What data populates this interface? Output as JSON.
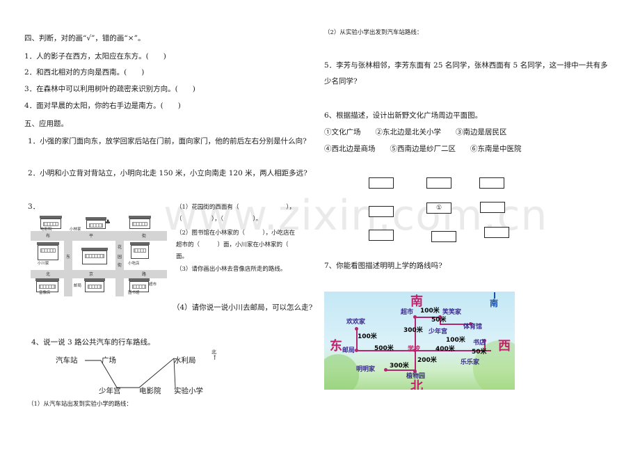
{
  "left": {
    "section4_title": "四、判断，对的画“√”，错的画“×”。",
    "judge": [
      "1．人的影子在西方，太阳应在东方。(　　)",
      "2．和西北相对的方向是西南。(　　)",
      "3．在森林中可以利用树叶的疏密来识别方向。(　　)",
      "4．面对早晨的太阳，你的右手边是南方。(　　)"
    ],
    "section5_title": "五、应用题。",
    "q1": "1．小强的家门面向东，放学回家后站在门前，面向家门，他的前后左右分别是什么向?",
    "q2": "2．小明和小立背对背站立，小明向北走 150 米，小立向南走 120 米，两人相距多远?",
    "q3_num": "3．",
    "q3_lines": [
      "（1）花园街的西面有（　　　　　　　　），",
      "（　　　　　），（　　　　　）。",
      "（2）图书馆在小林家的（　　　），小吃店在",
      "超市的（　　　）面，小川家在小林家的（",
      "面。",
      "（3）请你画出小林去音像店所走的路线。"
    ],
    "q3_4": "（4）请你说一说小川去邮局，可以怎么走?",
    "q4_title": "4、说一说 3 路公共汽车的行车路线。",
    "route": {
      "qichezhan": "汽车站",
      "guangchang": "广场",
      "shuiliju": "水利局",
      "shaoniangong": "少年宫",
      "dianyingyuan": "电影院",
      "shiyanxiaoxue": "实验小学",
      "north": "北"
    },
    "q4_1": "（1）从汽车站出发到实验小学的路线：",
    "town": {
      "roads": {
        "bu": "布",
        "ping": "平",
        "jie": "街",
        "bei": "北",
        "jing": "京",
        "lu": "路",
        "hua": "花",
        "yuan": "园",
        "jie2": "街",
        "dong": "东"
      },
      "labels": {
        "dianyingyuan": "电影院",
        "xiaolin": "小林家",
        "xiaochuan": "小川家",
        "xiaochidian": "小吃店",
        "yinxiangdian": "音像店",
        "youju": "邮局",
        "chaoshi": "超市",
        "tushuguan": "图书馆"
      }
    }
  },
  "right": {
    "q4_2": "（2）从实验小学出发到汽车站路线：",
    "q5_line1": "5．李芳与张林相邻，李芳东面有 25 名同学，张林西面有 5 名同学，这一排中一共有多",
    "q5_line2": "少名同学?",
    "q6_title": "6、根据描述，设计出新野文化广场周边平面图。",
    "q6_row1": "①文化广场　　②东北边是北关小学　　③南边是居民区",
    "q6_row2": "④西北边是商场　　⑤西南边是纱厂二区　　⑥东南是中医院",
    "box_center": "①",
    "q7": "7、你能看图描述明明上学的路线吗?",
    "map": {
      "nan": "南",
      "bei": "北",
      "dong": "东",
      "xi": "西",
      "compass_nan": "南",
      "chaoshi": "超市",
      "xiaoxiaojia": "笑笑家",
      "huanhuanjia": "欢欢家",
      "shaoniangong": "少年宫",
      "tiyuguan": "体育馆",
      "youju": "邮局",
      "xuexiao": "学校",
      "shudian": "书店",
      "lelejia": "乐乐家",
      "mingmingjia": "明明家",
      "zhiwuyuan": "植物园",
      "d100a": "100米",
      "d100b": "100米",
      "d100c": "100米",
      "d50a": "50米",
      "d50b": "50米",
      "d300a": "300米",
      "d300b": "300米",
      "d500": "500米",
      "d400": "400米",
      "d200": "200米"
    }
  },
  "watermark": "www.zixin.com.cn"
}
